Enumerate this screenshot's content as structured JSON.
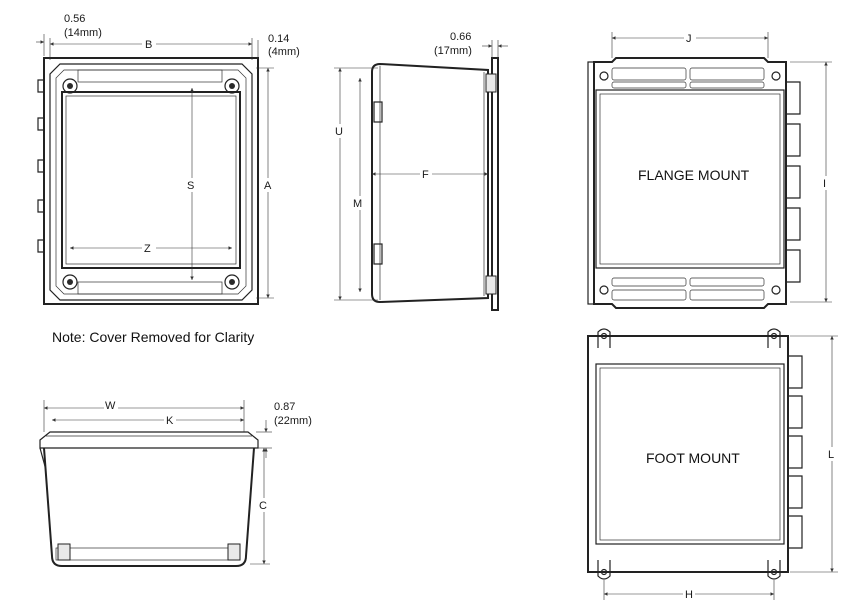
{
  "views": {
    "front": {
      "labels": {
        "b": "B",
        "a": "A",
        "s": "S",
        "z": "Z"
      },
      "dims": {
        "flange_in": "0.56",
        "flange_mm": "(14mm)",
        "edge_in": "0.14",
        "edge_mm": "(4mm)"
      },
      "note": "Note: Cover Removed for Clarity"
    },
    "side": {
      "labels": {
        "u": "U",
        "m": "M",
        "f": "F"
      },
      "dims": {
        "hinge_in": "0.66",
        "hinge_mm": "(17mm)"
      }
    },
    "bottom": {
      "labels": {
        "w": "W",
        "k": "K",
        "c": "C"
      },
      "dims": {
        "lip_in": "0.87",
        "lip_mm": "(22mm)"
      }
    },
    "flange": {
      "title": "FLANGE MOUNT",
      "labels": {
        "j": "J",
        "i": "I"
      }
    },
    "foot": {
      "title": "FOOT MOUNT",
      "labels": {
        "l": "L",
        "h": "H"
      }
    }
  }
}
